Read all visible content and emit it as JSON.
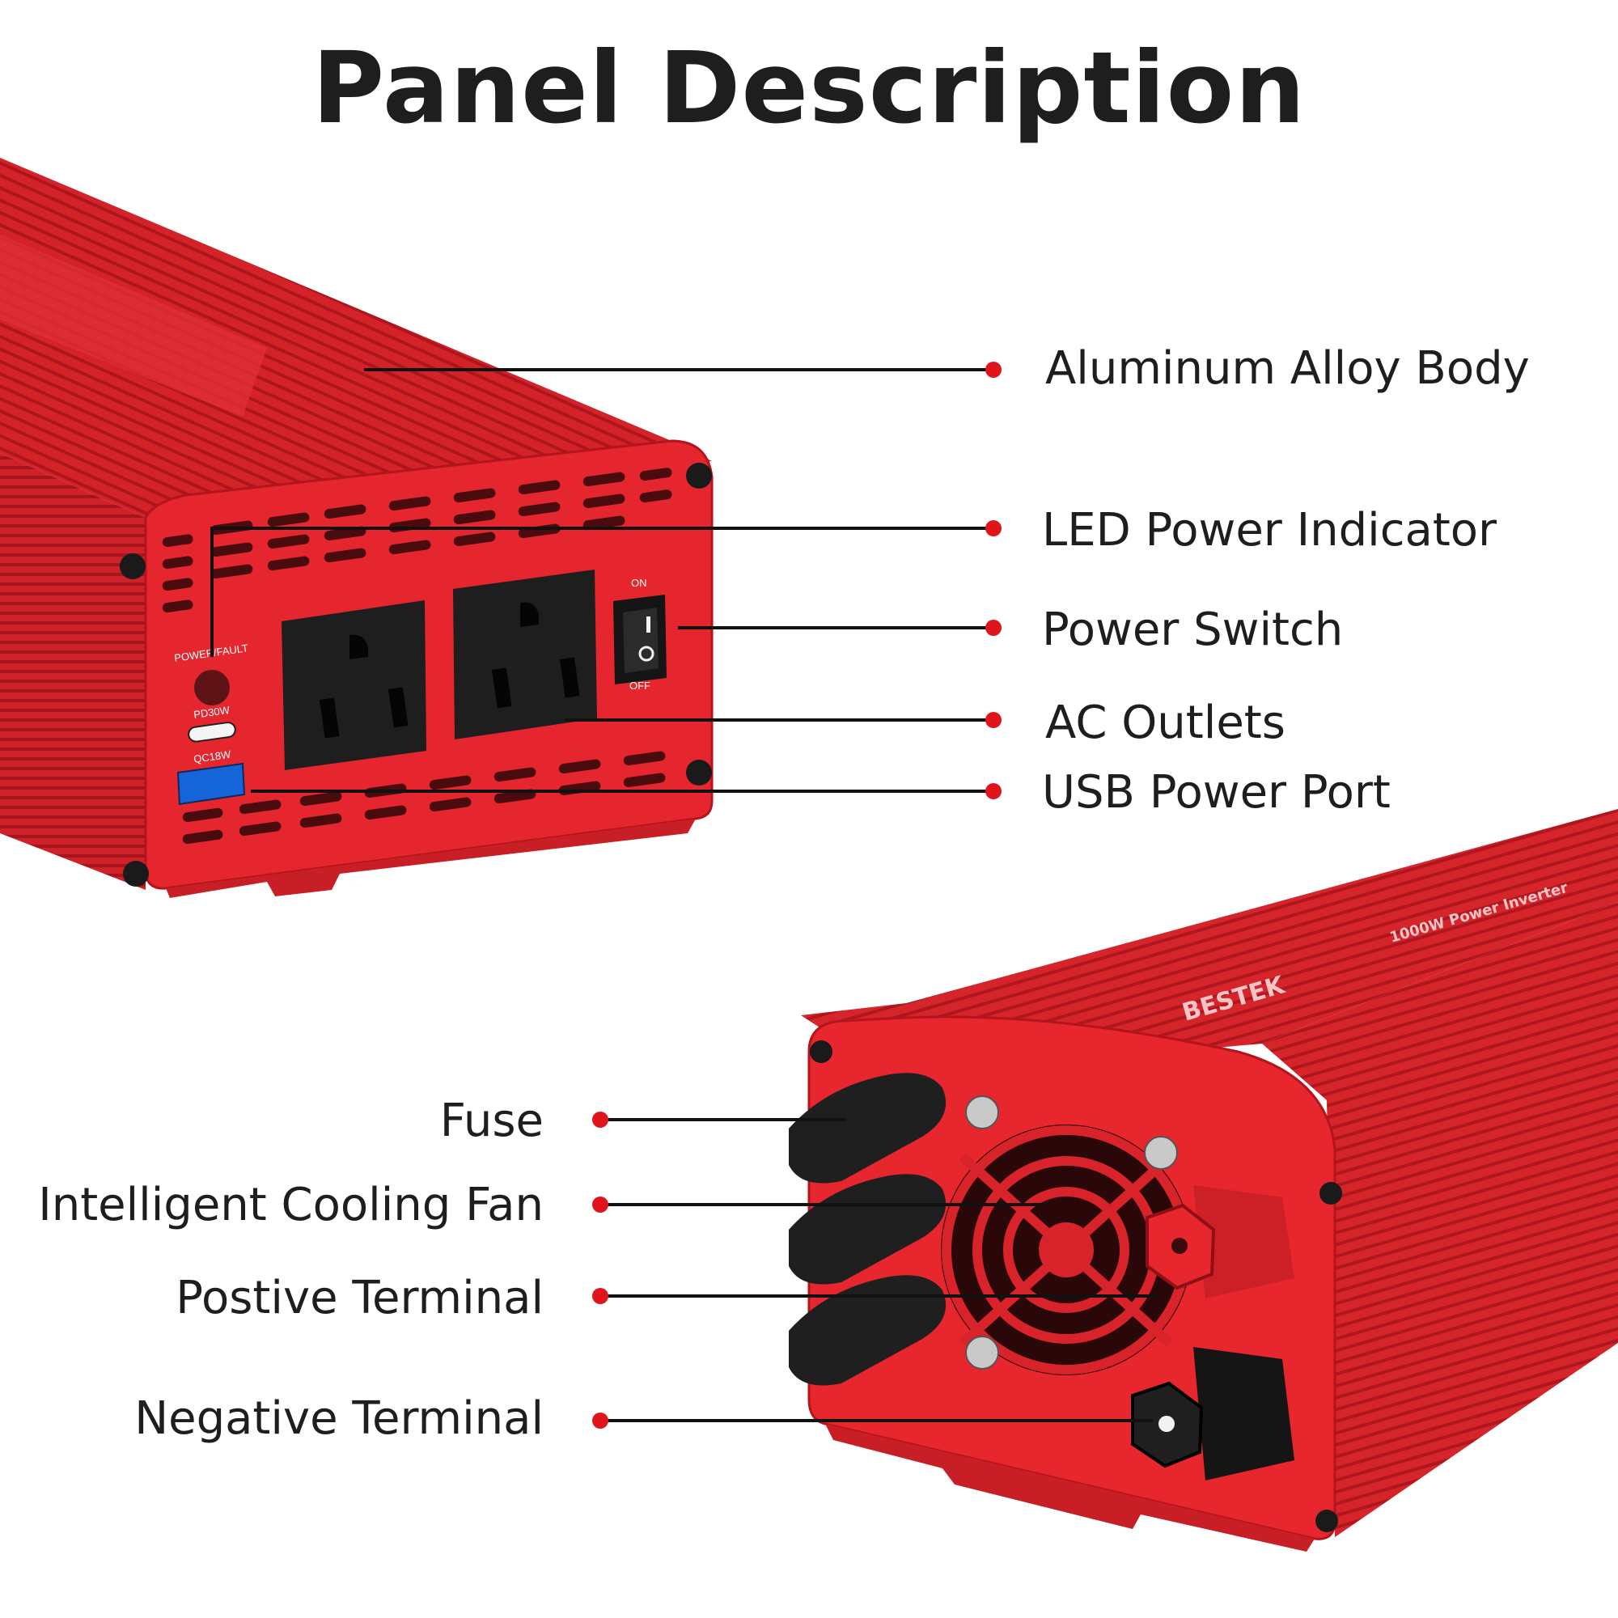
{
  "title": "Panel Description",
  "front_panel": {
    "callouts": [
      {
        "name": "aluminum-alloy-body",
        "text": "Aluminum Alloy Body"
      },
      {
        "name": "led-power-indicator",
        "text": "LED Power Indicator"
      },
      {
        "name": "power-switch",
        "text": "Power Switch"
      },
      {
        "name": "ac-outlets",
        "text": "AC Outlets"
      },
      {
        "name": "usb-power-port",
        "text": "USB Power Port"
      }
    ],
    "markings": {
      "power_fault": "POWER/FAULT",
      "pd30w": "PD30W",
      "qc18w": "QC18W",
      "on": "ON",
      "off": "OFF"
    }
  },
  "rear_panel": {
    "callouts": [
      {
        "name": "fuse",
        "text": "Fuse"
      },
      {
        "name": "intelligent-cooling-fan",
        "text": "Intelligent Cooling Fan"
      },
      {
        "name": "positive-terminal",
        "text": "Postive Terminal"
      },
      {
        "name": "negative-terminal",
        "text": "Negative Terminal"
      }
    ],
    "brand": "BESTEK",
    "product_label": "1000W Power Inverter"
  },
  "colors": {
    "body_red": "#d8232a",
    "body_dark_red": "#a4141b",
    "panel_red": "#e8262e",
    "dot_red": "#e0151c",
    "line_black": "#111111"
  }
}
